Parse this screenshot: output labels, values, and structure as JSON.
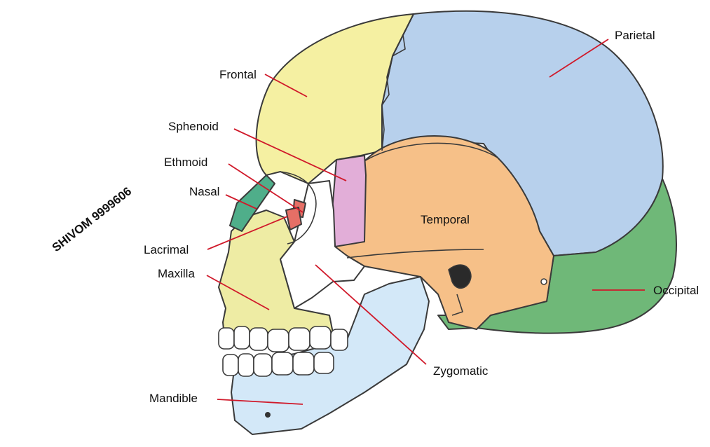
{
  "diagram": {
    "labels": {
      "frontal": "Frontal",
      "parietal": "Parietal",
      "sphenoid": "Sphenoid",
      "ethmoid": "Ethmoid",
      "nasal": "Nasal",
      "temporal": "Temporal",
      "lacrimal": "Lacrimal",
      "maxilla": "Maxilla",
      "occipital": "Occipital",
      "zygomatic": "Zygomatic",
      "mandible": "Mandible"
    },
    "colors": {
      "frontal": "#f5f0a2",
      "parietal": "#b7d0ec",
      "occipital": "#6fb878",
      "temporal": "#f6c088",
      "sphenoid": "#e2aed8",
      "zygomatic": "#ffffff",
      "maxilla": "#eeeca4",
      "mandible": "#d3e8f8",
      "nasal": "#4fae8a",
      "lacrimal": "#e66f66",
      "leader": "#d0192a"
    },
    "watermark": "SHIVOM 9999606"
  }
}
